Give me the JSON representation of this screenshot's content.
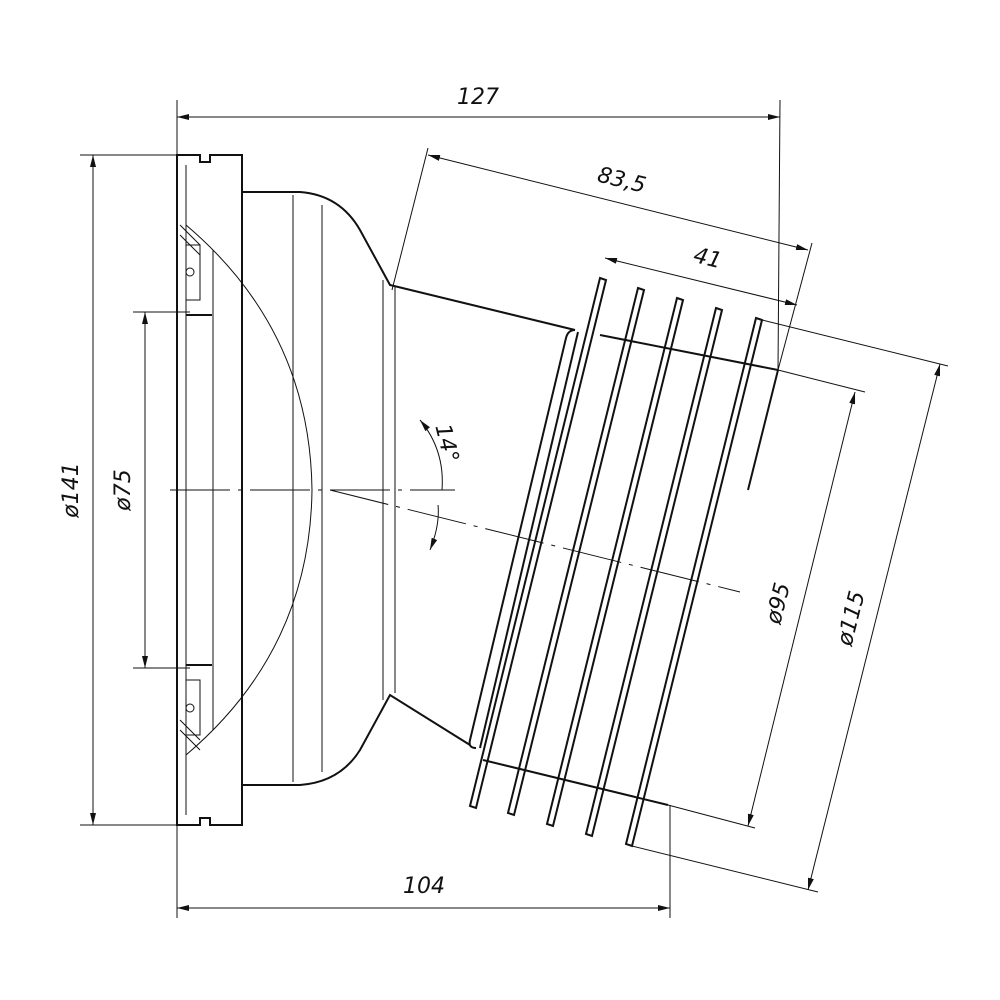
{
  "dimensions": {
    "overall_length": "127",
    "angled_length": "83,5",
    "rib_length": "41",
    "flange_diameter": "ø141",
    "inlet_diameter": "ø75",
    "angle": "14°",
    "outlet_inner_diameter": "ø95",
    "outlet_outer_diameter": "ø115",
    "base_length": "104"
  }
}
